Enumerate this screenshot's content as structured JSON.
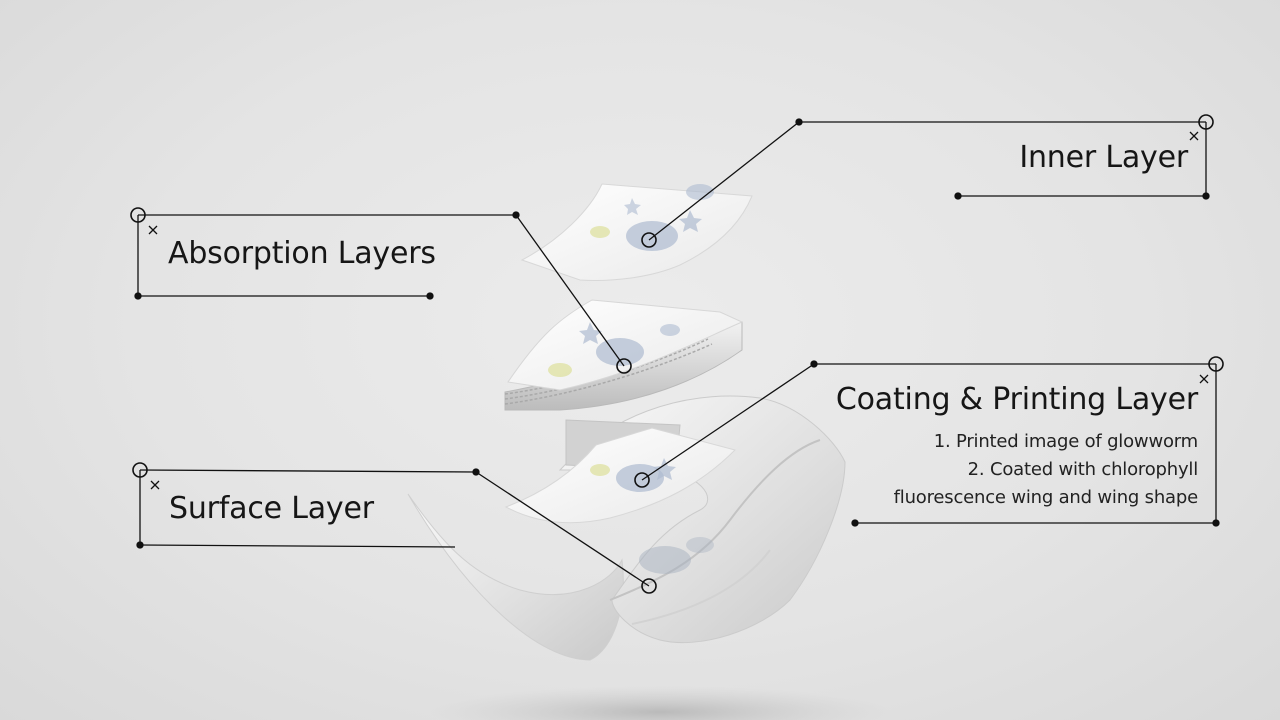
{
  "labels": {
    "inner_layer": "Inner Layer",
    "absorption_layers": "Absorption Layers",
    "surface_layer": "Surface Layer",
    "coating_printing_layer": "Coating & Printing Layer"
  },
  "coating_notes": [
    "1. Printed image of glowworm",
    "2. Coated with chlorophyll",
    "fluorescence wing and wing shape"
  ],
  "colors": {
    "background": "#e6e6e6",
    "line": "#111111",
    "sheet": "#f7f7f7",
    "print_blue": "#9fb0c9",
    "print_yellow": "#d9dc8a"
  }
}
